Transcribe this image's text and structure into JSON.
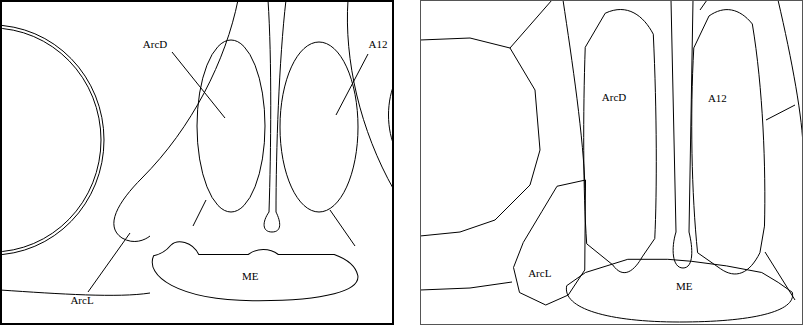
{
  "diagram": {
    "nodes": [
      {
        "text": [
          "ME"
        ]
      },
      {
        "text": [
          "ArcD"
        ]
      },
      {
        "text": [
          "A12"
        ]
      },
      {
        "text": [
          "ArcL"
        ]
      },
      {
        "text": [
          "ME"
        ]
      }
    ],
    "labels": [
      "ArcD",
      "A12",
      "ArcL"
    ]
  }
}
